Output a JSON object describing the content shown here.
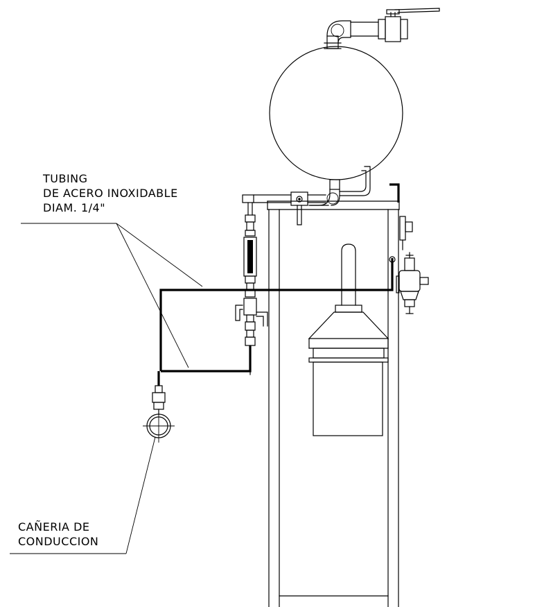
{
  "labels": {
    "tubing_line1": "TUBING",
    "tubing_line2": "DE ACERO INOXIDABLE",
    "tubing_line3": "DIAM. 1/4\"",
    "pipe_line1": "CAÑERIA DE",
    "pipe_line2": "CONDUCCION"
  },
  "colors": {
    "line": "#000000",
    "background": "#ffffff"
  }
}
